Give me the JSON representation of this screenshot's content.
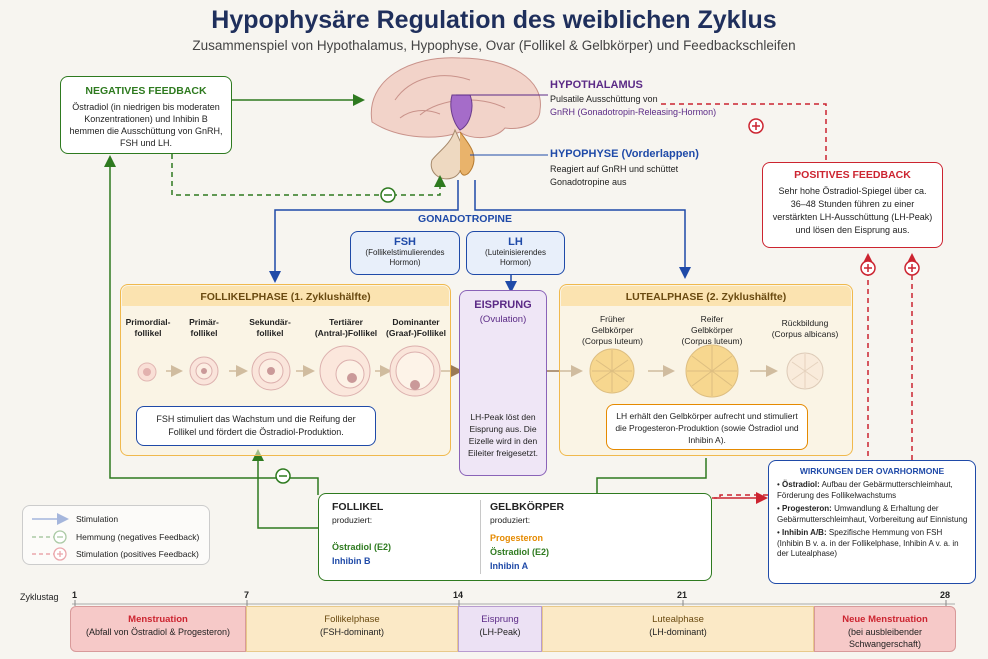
{
  "title": "Hypophysäre Regulation des weiblichen Zyklus",
  "subtitle": "Zusammenspiel von Hypothalamus, Hypophyse, Ovar (Follikel & Gelbkörper) und Feedbackschleifen",
  "neg_feedback": {
    "title": "NEGATIVES FEEDBACK",
    "text": "Östradiol (in niedrigen bis moderaten Konzentrationen) und Inhibin B hemmen die Ausschüttung von GnRH, FSH und LH."
  },
  "hypothalamus": {
    "title": "HYPOTHALAMUS",
    "line1": "Pulsatile Ausschüttung von",
    "line2": "GnRH (Gonadotropin-Releasing-Hormon)"
  },
  "hypophyse": {
    "title": "HYPOPHYSE (Vorderlappen)",
    "text": "Reagiert auf GnRH und schüttet Gonadotropine aus"
  },
  "pos_feedback": {
    "title": "POSITIVES FEEDBACK",
    "text": "Sehr hohe Östradiol-Spiegel über ca. 36–48 Stunden führen zu einer verstärkten LH-Ausschüttung (LH-Peak) und lösen den Eisprung aus."
  },
  "gonadotropine": {
    "title": "GONADOTROPINE",
    "fsh": "FSH",
    "fsh_sub": "(Follikelstimulierendes Hormon)",
    "lh": "LH",
    "lh_sub": "(Luteinisierendes Hormon)"
  },
  "follikelphase": {
    "title": "FOLLIKELPHASE (1. Zyklushälfte)",
    "stages": [
      "Primordial-\nfollikel",
      "Primär-\nfollikel",
      "Sekundär-\nfollikel",
      "Tertiärer\n(Antral-)Follikel",
      "Dominanter\n(Graaf-)Follikel"
    ],
    "note": "FSH stimuliert das Wachstum und die Reifung der Follikel und fördert die Östradiol-Produktion."
  },
  "eisprung": {
    "title": "EISPRUNG",
    "sub": "(Ovulation)",
    "note": "LH-Peak löst den Eisprung aus. Die Eizelle wird in den Eileiter freigesetzt."
  },
  "lutealphase": {
    "title": "LUTEALPHASE (2. Zyklushälfte)",
    "stages": [
      "Früher\nGelbkörper\n(Corpus luteum)",
      "Reifer\nGelbkörper\n(Corpus luteum)",
      "Rückbildung\n(Corpus albicans)"
    ],
    "note": "LH erhält den Gelbkörper aufrecht und stimuliert die Progesteron-Produktion (sowie Östradiol und Inhibin A)."
  },
  "follikel_prod": {
    "title": "FOLLIKEL",
    "sub": "produziert:",
    "h1": "Östradiol (E2)",
    "h2": "Inhibin B"
  },
  "gelb_prod": {
    "title": "GELBKÖRPER",
    "sub": "produziert:",
    "h1": "Progesteron",
    "h2": "Östradiol (E2)",
    "h3": "Inhibin A"
  },
  "wirkungen": {
    "title": "WIRKUNGEN DER OVARHORMONE",
    "items": [
      {
        "term": "Östradiol:",
        "text": "Aufbau der Gebärmutterschleimhaut, Förderung des Follikelwachstums"
      },
      {
        "term": "Progesteron:",
        "text": "Umwandlung & Erhaltung der Gebärmutterschleimhaut, Vorbereitung auf Einnistung"
      },
      {
        "term": "Inhibin A/B:",
        "text": "Spezifische Hemmung von FSH (Inhibin B v. a. in der Follikelphase, Inhibin A v. a. in der Lutealphase)"
      }
    ]
  },
  "legend": {
    "stim": "Stimulation",
    "neg": "Hemmung (negatives Feedback)",
    "pos": "Stimulation (positives Feedback)"
  },
  "timeline": {
    "label": "Zyklustag",
    "days": [
      "1",
      "7",
      "14",
      "21",
      "28"
    ],
    "phases": [
      {
        "name": "Menstruation",
        "sub": "(Abfall von Östradiol & Progesteron)"
      },
      {
        "name": "Follikelphase",
        "sub": "(FSH-dominant)"
      },
      {
        "name": "Eisprung",
        "sub": "(LH-Peak)"
      },
      {
        "name": "Lutealphase",
        "sub": "(LH-dominant)"
      },
      {
        "name": "Neue Menstruation",
        "sub": "(bei ausbleibender Schwangerschaft)"
      }
    ]
  },
  "colors": {
    "blue": "#1f4aa8",
    "green": "#2e7a1f",
    "red": "#cc2430",
    "orange": "#e58a00",
    "purple": "#5b2a86"
  }
}
